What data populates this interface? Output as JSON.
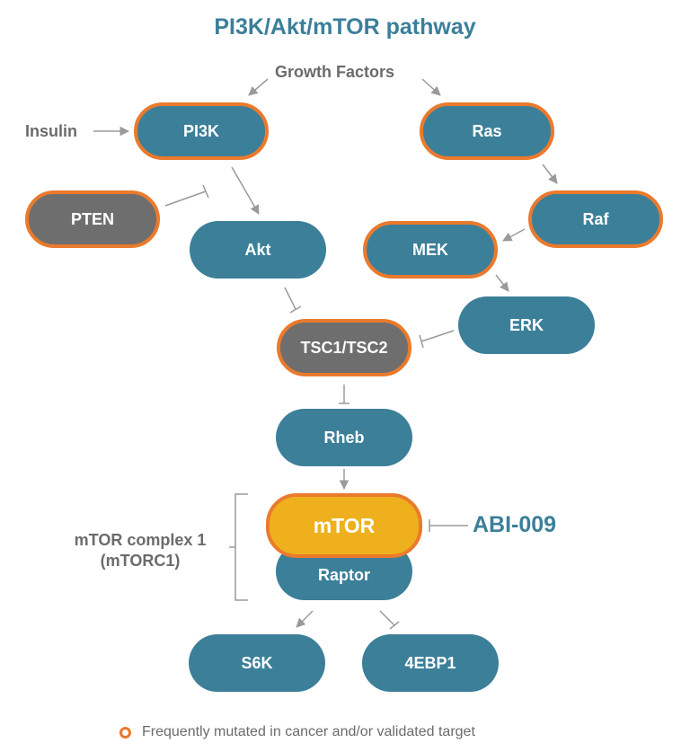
{
  "title": "PI3K/Akt/mTOR pathway",
  "inputs": {
    "growth_factors": "Growth Factors",
    "insulin": "Insulin"
  },
  "nodes": {
    "pi3k": "PI3K",
    "ras": "Ras",
    "pten": "PTEN",
    "akt": "Akt",
    "raf": "Raf",
    "mek": "MEK",
    "erk": "ERK",
    "tsc": "TSC1/TSC2",
    "rheb": "Rheb",
    "mtor": "mTOR",
    "raptor": "Raptor",
    "s6k": "S6K",
    "ebp1": "4EBP1"
  },
  "drug": "ABI-009",
  "complex": {
    "line1": "mTOR complex 1",
    "line2": "(mTORC1)"
  },
  "legend": {
    "text": "Frequently mutated in cancer and/or validated target"
  },
  "colors": {
    "teal": "#3c7f99",
    "grey": "#6e6e6e",
    "gold": "#eeb01c",
    "orange_ring": "#ea7a2c",
    "title": "#3b7f9a",
    "text": "#6b6b6b"
  }
}
